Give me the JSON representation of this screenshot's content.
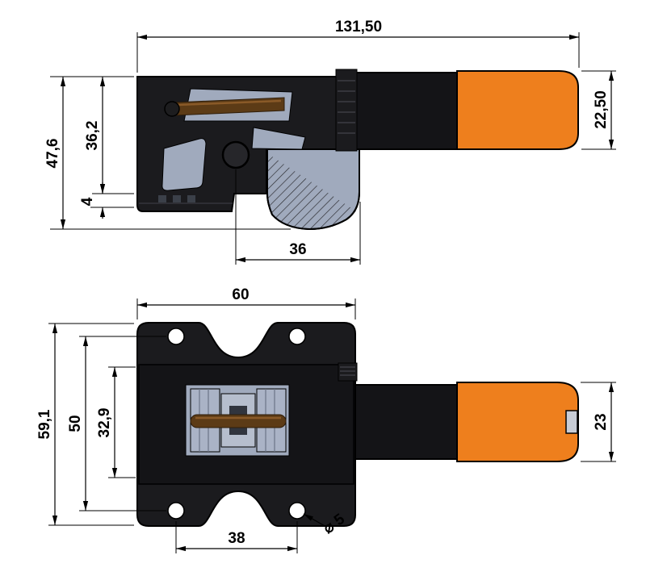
{
  "drawing": {
    "kind": "technical-dimension-drawing",
    "views": {
      "side": {
        "dim_overall_length": "131,50",
        "dim_arm_height": "22,50",
        "dim_overall_height": "47,6",
        "dim_body_height": "36,2",
        "dim_base_thickness": "4",
        "dim_hub_offset": "36"
      },
      "plan": {
        "dim_plate_width": "60",
        "dim_plate_length": "59,1",
        "dim_hole_pitch_long": "50",
        "dim_slot_length": "32,9",
        "dim_arm_width": "23",
        "dim_hole_pitch_wide": "38",
        "dim_hole_diameter": "⌀ 5"
      }
    },
    "colors": {
      "body_black": "#1b1b1e",
      "arm_black": "#141417",
      "accent_orange": "#ee7f1d",
      "metal_gray": "#a0aabd",
      "metal_light": "#b6becd",
      "pin_brown": "#5c3b16",
      "background": "#ffffff"
    }
  }
}
